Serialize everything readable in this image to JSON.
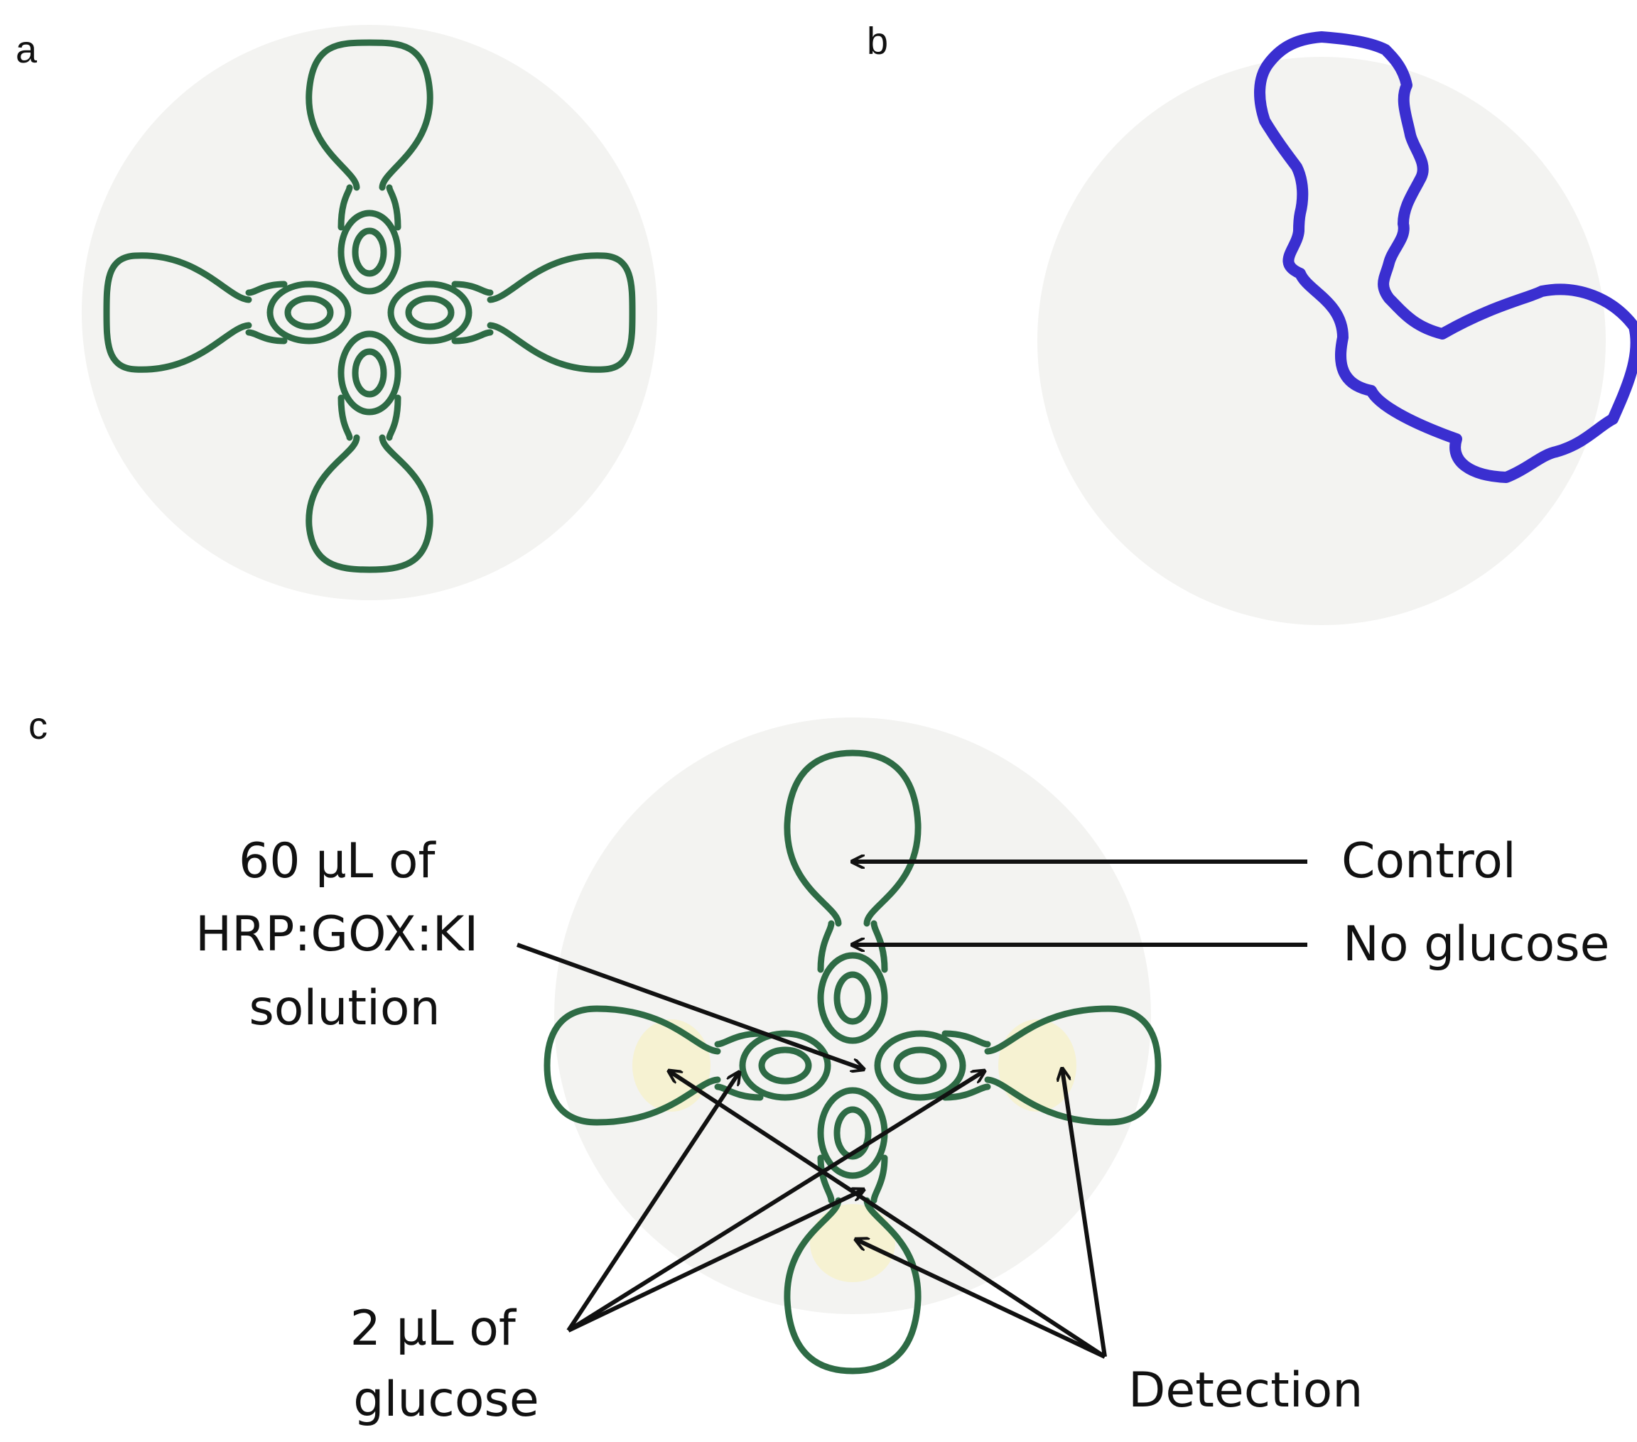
{
  "panels": {
    "a": {
      "label": "a"
    },
    "b": {
      "label": "b"
    },
    "c": {
      "label": "c"
    }
  },
  "annotations": {
    "solution": {
      "lines": [
        "60 µL of",
        "HRP:GOX:KI",
        "solution"
      ]
    },
    "control": "Control",
    "no_glucose": "No glucose",
    "glucose": {
      "lines": [
        "2 µL of",
        "glucose"
      ]
    },
    "detection": "Detection"
  },
  "colors": {
    "device_green": "#2e6b45",
    "device_blue": "#3a2fd0",
    "paper_disc": "#f3f3f1",
    "sample_stain": "#f6f2d2",
    "text": "#111111",
    "arrow": "#111111"
  }
}
